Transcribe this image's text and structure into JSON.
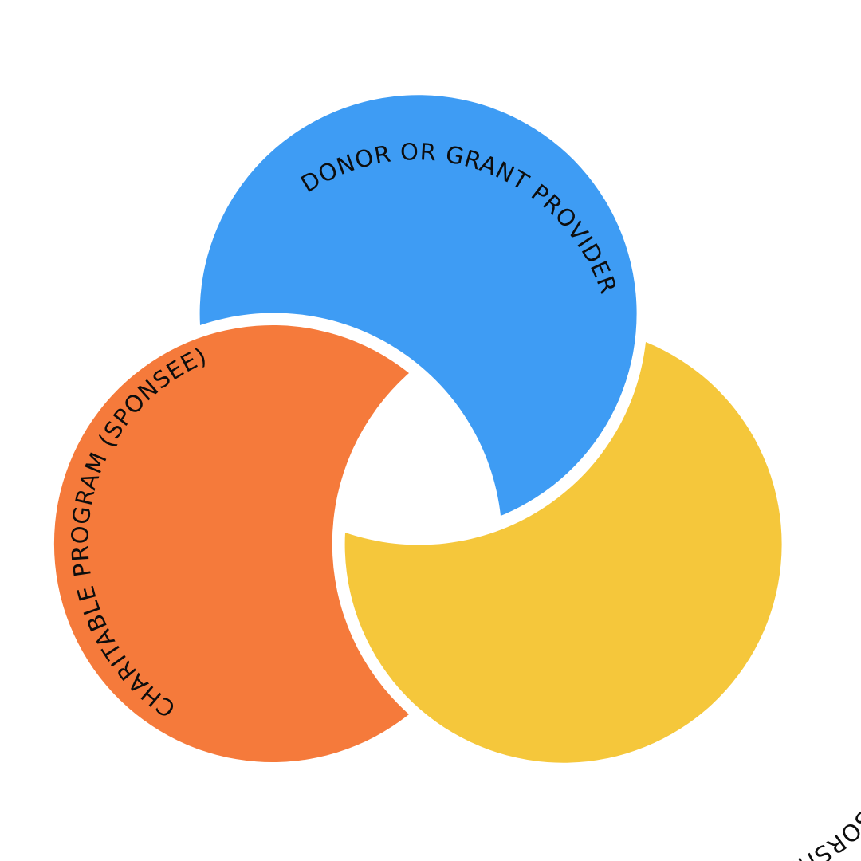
{
  "diagram": {
    "segments": [
      {
        "key": "donor",
        "label": "DONOR OR GRANT PROVIDER",
        "color": "#3e9cf4"
      },
      {
        "key": "sponsee",
        "label": "CHARITABLE PROGRAM (SPONSEE)",
        "color": "#f57a3b"
      },
      {
        "key": "ally",
        "label": "FISCAL SPONSORSHIP ALLY",
        "color": "#f5c73b"
      }
    ]
  }
}
